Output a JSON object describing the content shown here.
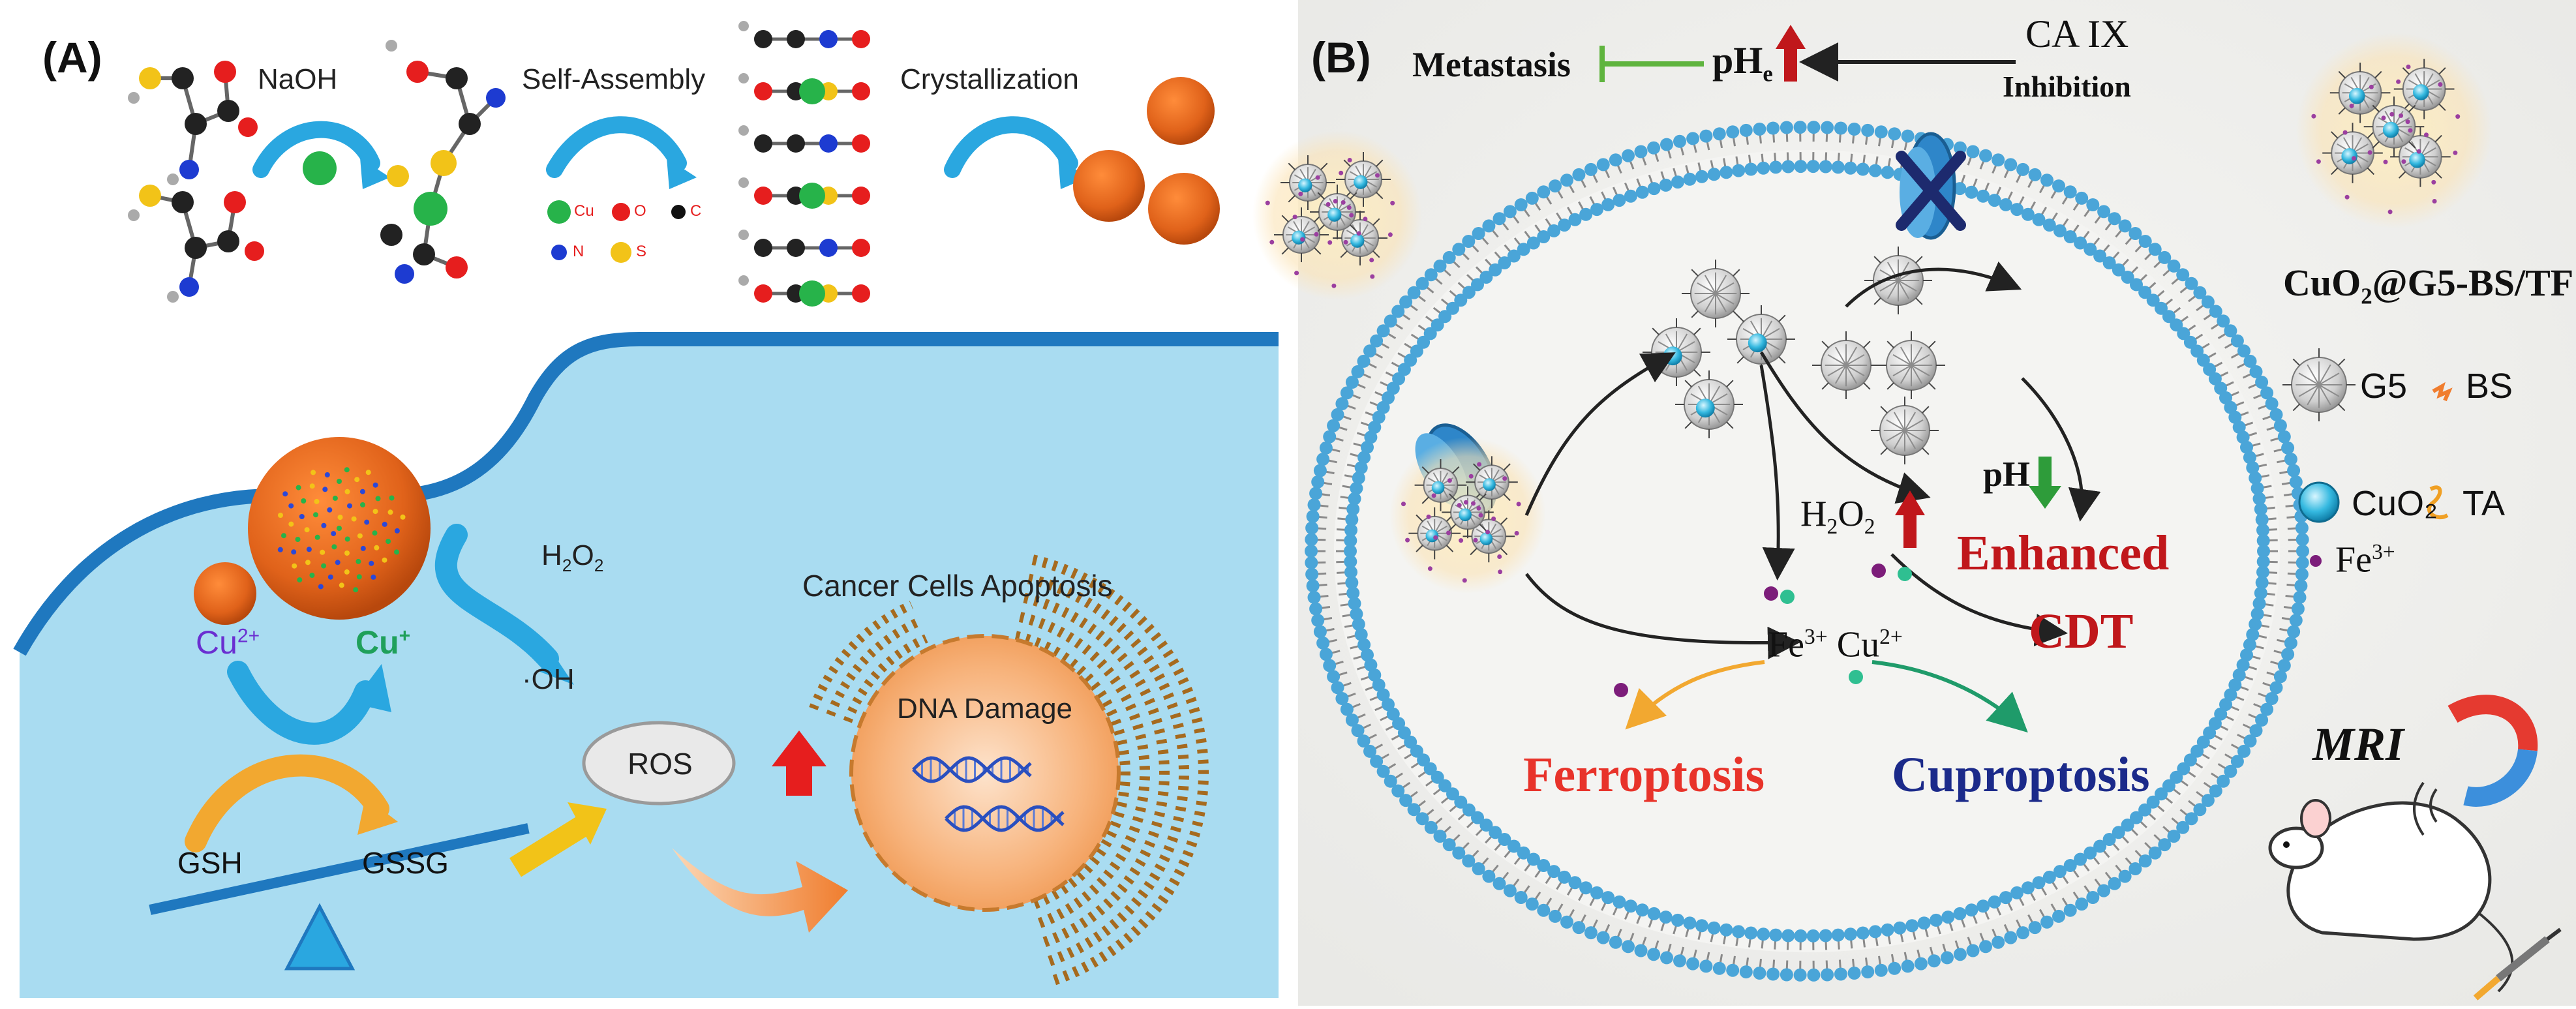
{
  "panel_a": {
    "label": "(A)",
    "steps": [
      "NaOH",
      "Self-Assembly",
      "Crystallization"
    ],
    "legend": [
      "Cu",
      "O",
      "C",
      "N",
      "S"
    ],
    "h2o2": "H",
    "h2o2_sub": "2",
    "h2o2_mid": "O",
    "h2o2_sub2": "2",
    "oh": "·OH",
    "apoptosis": "Cancer Cells Apoptosis",
    "cu2": "Cu",
    "cu2_sup": "2+",
    "cu1": "Cu",
    "cu1_sup": "+",
    "gsh": "GSH",
    "gssg": "GSSG",
    "ros": "ROS",
    "dna": "DNA Damage",
    "colors": {
      "cell": "#a9dcf1",
      "membrane": "#1f78bf",
      "arrow": "#2aa7e0",
      "nanoparticle": "#e06417",
      "cu2": "#6a2fd1",
      "cu1": "#1fa05a"
    }
  },
  "panel_b": {
    "label": "(B)",
    "metastasis": "Metastasis",
    "phe": "pH",
    "phe_sub": "e",
    "ca9_1": "CA IX",
    "ca9_2": "Inhibition",
    "ph": "pH",
    "h2o2": "H",
    "h2o2_sub": "2",
    "h2o2_mid": "O",
    "h2o2_sub2": "2",
    "enhanced": "Enhanced",
    "cdt": "CDT",
    "fe3": "Fe",
    "fe3_sup": "3+",
    "cu2": "Cu",
    "cu2_sup": "2+",
    "ferroptosis": "Ferroptosis",
    "cuproptosis": "Cuproptosis",
    "formula_a": "CuO",
    "formula_sub": "2",
    "formula_b": "@G5-BS/TF",
    "legend_g5": "G5",
    "legend_bs": "BS",
    "legend_cuo2": "CuO₂",
    "legend_ta": "TA",
    "legend_fe": "Fe",
    "legend_fe_sup": "3+",
    "mri": "MRI",
    "colors": {
      "membrane": "#4aa5d8",
      "red": "#c0171b",
      "ferro": "#e8332a",
      "cupro": "#1b2a8a",
      "green": "#2e9c3a"
    }
  }
}
